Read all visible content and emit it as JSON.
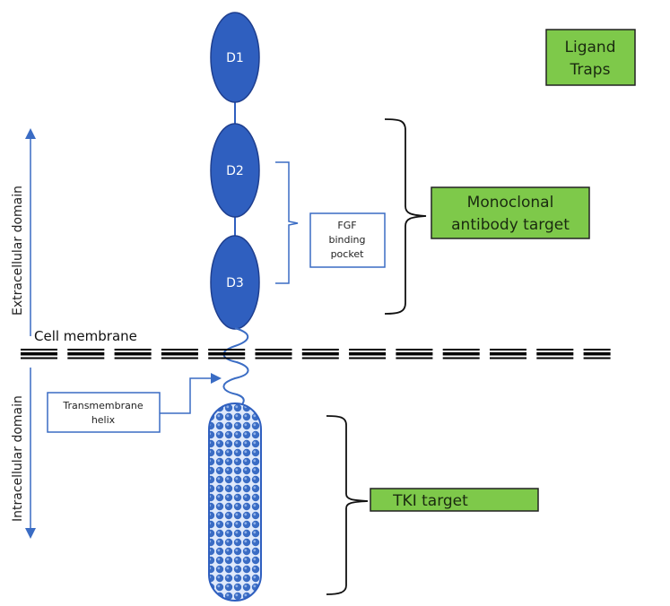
{
  "colors": {
    "domain_fill": "#2f5fbf",
    "domain_stroke": "#1f3f8f",
    "line_blue": "#3a6cc4",
    "green_box": "#7ec94a",
    "membrane": "#000000"
  },
  "domains": [
    {
      "id": "d1",
      "label": "D1"
    },
    {
      "id": "d2",
      "label": "D2"
    },
    {
      "id": "d3",
      "label": "D3"
    }
  ],
  "labels": {
    "ligand_traps_line1": "Ligand",
    "ligand_traps_line2": "Traps",
    "mab_line1": "Monoclonal",
    "mab_line2": "antibody target",
    "fgf_line1": "FGF",
    "fgf_line2": "binding",
    "fgf_line3": "pocket",
    "cell_membrane": "Cell membrane",
    "extracellular": "Extracellular domain",
    "intracellular": "Intracellular  domain",
    "tm_line1": "Transmembrane",
    "tm_line2": "helix",
    "tki": "TKI target"
  }
}
